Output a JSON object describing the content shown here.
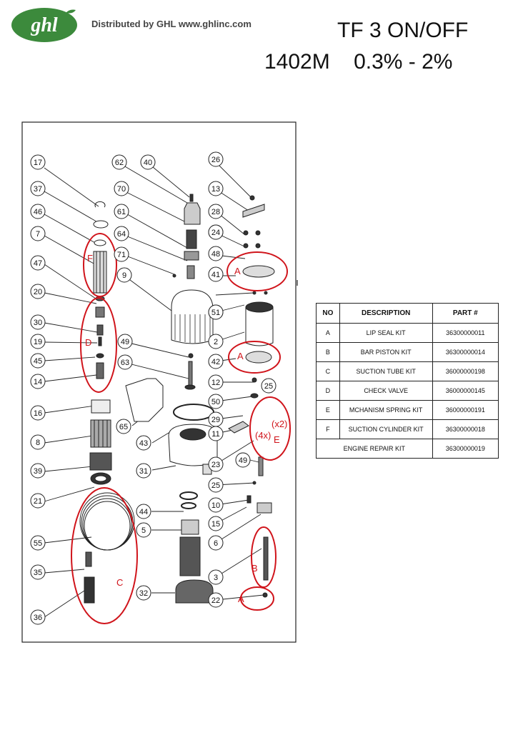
{
  "header": {
    "logo_text": "ghl",
    "distributed": "Distributed by GHL  www.ghlinc.com",
    "model": "TF 3 ON/OFF",
    "subtitle": "1402M    0.3% - 2%"
  },
  "colors": {
    "brand_green": "#3c8a3c",
    "accent_red": "#d0141b",
    "line": "#222222"
  },
  "callouts": [
    "17",
    "37",
    "46",
    "7",
    "47",
    "20",
    "30",
    "19",
    "45",
    "14",
    "16",
    "8",
    "39",
    "21",
    "55",
    "35",
    "36",
    "62",
    "70",
    "61",
    "64",
    "71",
    "9",
    "40",
    "49",
    "63",
    "65",
    "43",
    "31",
    "44",
    "5",
    "32",
    "26",
    "13",
    "28",
    "24",
    "48",
    "41",
    "51",
    "2",
    "42",
    "12",
    "50",
    "29",
    "25",
    "11",
    "23",
    "10",
    "15",
    "6",
    "3",
    "22"
  ],
  "group_labels": {
    "F": "F",
    "D": "D",
    "C": "C",
    "A": "A",
    "B": "B",
    "E": "E",
    "x2": "(x2)",
    "x4": "(4x)"
  },
  "table": {
    "headers": [
      "NO",
      "DESCRIPTION",
      "PART #"
    ],
    "rows": [
      {
        "no": "A",
        "desc": "LIP SEAL KIT",
        "part": "36300000011"
      },
      {
        "no": "B",
        "desc": "BAR PISTON KIT",
        "part": "36300000014"
      },
      {
        "no": "C",
        "desc": "SUCTION TUBE KIT",
        "part": "36000000198"
      },
      {
        "no": "D",
        "desc": "CHECK VALVE",
        "part": "36000000145"
      },
      {
        "no": "E",
        "desc": "MCHANISM SPRING KIT",
        "part": "36000000191"
      },
      {
        "no": "F",
        "desc": "SUCTION CYLINDER KIT",
        "part": "36300000018"
      }
    ],
    "engine_kit": {
      "desc": "ENGINE REPAIR KIT",
      "part": "36300000019"
    }
  }
}
